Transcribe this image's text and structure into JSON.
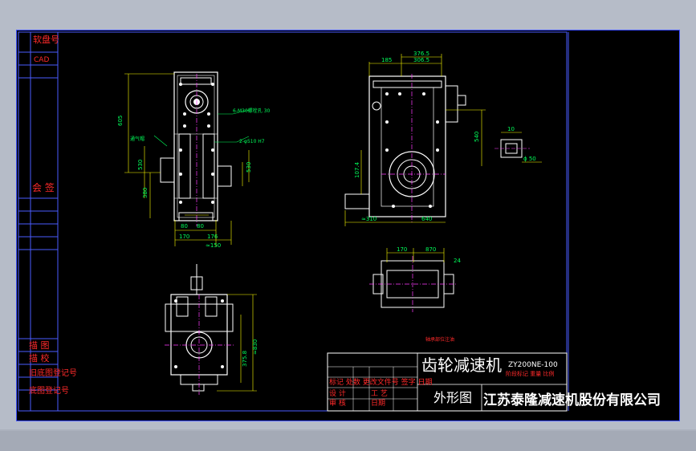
{
  "side_block": {
    "drawing_no": "软盘号",
    "cad_label": "CAD",
    "signature": "会 签",
    "drawing": "描 图",
    "checking": "描 校",
    "old_reg": "旧底图登记号",
    "base_reg": "底图登记号"
  },
  "title_block": {
    "product_name": "齿轮减速机",
    "model_code": "ZY200NE-100",
    "view_name": "外形图",
    "company": "江苏泰隆减速机股份有限公司",
    "revision_cols": "标记 处数 更改文件号 签字 日期",
    "role_design": "设 计",
    "role_check": "审 核",
    "role_approve": "工 艺",
    "sign_date": "日期",
    "mark_scale": "阶段标记 重量 比例"
  },
  "annotations": {
    "dim_top_1": "376.5",
    "dim_top_2": "306.5",
    "dim_top_3": "185",
    "dim_side_605": "605",
    "dim_540": "540",
    "dim_310": "≈310",
    "dim_640": "640",
    "dim_170": "170",
    "dim_176": "176",
    "dim_150": "≈150",
    "dim_80": "80",
    "dim_830": "≈830",
    "dim_375": "375.8",
    "dim_10": "10",
    "dim_50": "ϕ 50",
    "dim_107": "107.4",
    "dim_24": "24",
    "note_oil": "6-M30螺栓孔 30",
    "note_vent": "通气帽",
    "note_key": "2-φ510 H7",
    "note_bearing": "轴承部位注油"
  },
  "colors": {
    "sheet": "#000000",
    "frame": "#4a5cff",
    "drawing": "#ffffff",
    "dimension": "#00ff5a",
    "leader": "#ffff00",
    "red": "#ff2a2a",
    "magenta": "#ff3cff",
    "viewport": "#b6bcc8"
  }
}
